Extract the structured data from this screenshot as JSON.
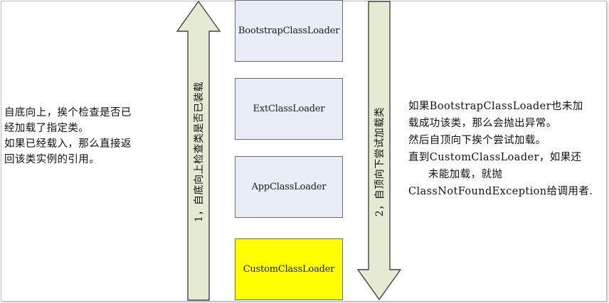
{
  "loaders": [
    "BootstrapClassLoader",
    "ExtClassLoader",
    "AppClassLoader",
    "CustomClassLoader"
  ],
  "arrows": {
    "up_label": "1，自底向上检查类是否已装载",
    "down_label": "2，自顶向下尝试加载类"
  },
  "left_text": [
    "自底向上，挨个检查是否已",
    "经加载了指定类。",
    "如果已经载入，那么直接返",
    "回该类实例的引用。"
  ],
  "right_text": [
    "如果BootstrapClassLoader也未加",
    "载成功该类，那么会抛出异常。",
    "然后自顶向下挨个尝试加载。",
    "直到CustomClassLoader，如果还",
    "未能加载，就抛",
    "ClassNotFoundException给调用者."
  ],
  "colors": {
    "box_fill": "#e8edf7",
    "custom_box_fill": "#ffff00",
    "arrow_fill": "#e5ebd3",
    "arrow_stroke": "#444444"
  }
}
